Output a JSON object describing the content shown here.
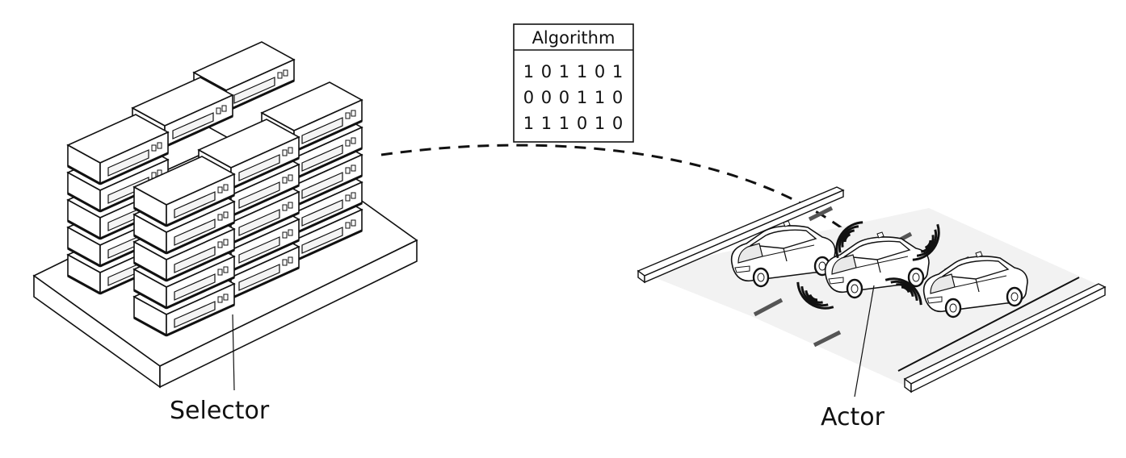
{
  "algorithm_box": {
    "title": "Algorithm",
    "rows": [
      "1 0 1 1 0 1",
      "0 0 0 1 1 0",
      "1 1 1 0 1 0"
    ]
  },
  "labels": {
    "selector": "Selector",
    "actor": "Actor"
  },
  "icons": {
    "server_rack": "server-stack-icon",
    "car": "car-icon",
    "signal": "wireless-signal-icon"
  }
}
